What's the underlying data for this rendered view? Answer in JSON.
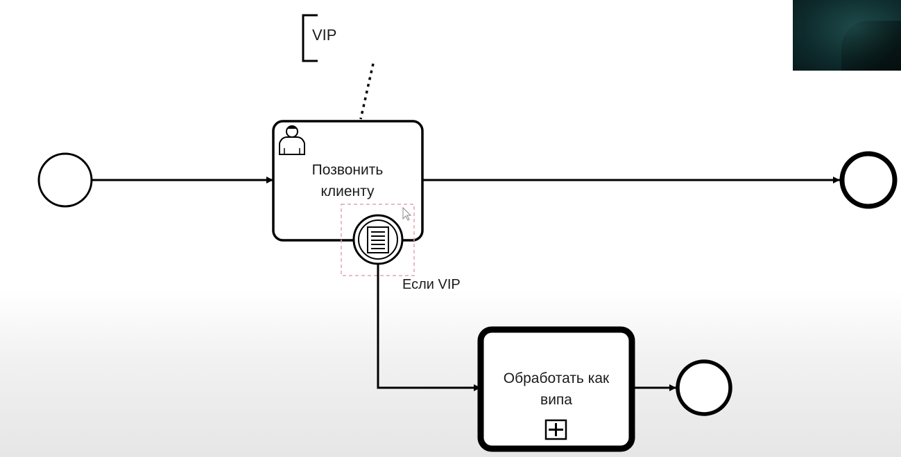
{
  "diagram": {
    "annotation": {
      "text": "VIP"
    },
    "task_call": {
      "line1": "Позвонить",
      "line2": "клиенту",
      "icon": "user-icon"
    },
    "boundary_event": {
      "label": "Если VIP",
      "icon": "document-icon"
    },
    "subprocess": {
      "line1": "Обработать как",
      "line2": "випа",
      "marker": "plus-icon"
    }
  },
  "overlay": {
    "webcam": "presenter-video"
  }
}
